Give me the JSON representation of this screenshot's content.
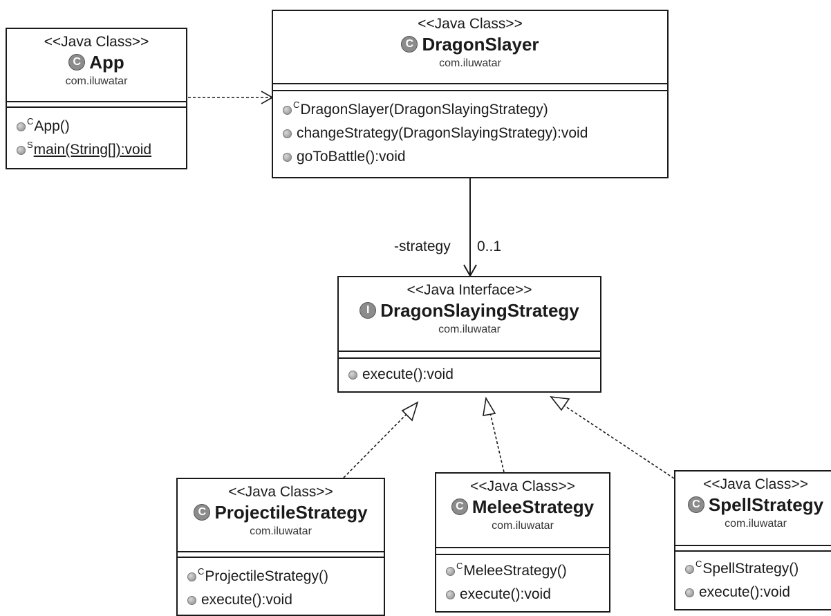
{
  "classes": {
    "app": {
      "stereotype": "<<Java Class>>",
      "name": "App",
      "package": "com.iluwatar",
      "icon": "class-icon",
      "members": [
        {
          "modifier": "C",
          "text": "App()"
        },
        {
          "modifier": "S",
          "text": "main(String[]):void"
        }
      ]
    },
    "dragon_slayer": {
      "stereotype": "<<Java Class>>",
      "name": "DragonSlayer",
      "package": "com.iluwatar",
      "icon": "class-icon",
      "members": [
        {
          "modifier": "C",
          "text": "DragonSlayer(DragonSlayingStrategy)"
        },
        {
          "modifier": "",
          "text": "changeStrategy(DragonSlayingStrategy):void"
        },
        {
          "modifier": "",
          "text": "goToBattle():void"
        }
      ]
    },
    "strategy": {
      "stereotype": "<<Java Interface>>",
      "name": "DragonSlayingStrategy",
      "package": "com.iluwatar",
      "icon": "interface-icon",
      "members": [
        {
          "modifier": "",
          "text": "execute():void"
        }
      ]
    },
    "projectile": {
      "stereotype": "<<Java Class>>",
      "name": "ProjectileStrategy",
      "package": "com.iluwatar",
      "icon": "class-icon",
      "members": [
        {
          "modifier": "C",
          "text": "ProjectileStrategy()"
        },
        {
          "modifier": "",
          "text": "execute():void"
        }
      ]
    },
    "melee": {
      "stereotype": "<<Java Class>>",
      "name": "MeleeStrategy",
      "package": "com.iluwatar",
      "icon": "class-icon",
      "members": [
        {
          "modifier": "C",
          "text": "MeleeStrategy()"
        },
        {
          "modifier": "",
          "text": "execute():void"
        }
      ]
    },
    "spell": {
      "stereotype": "<<Java Class>>",
      "name": "SpellStrategy",
      "package": "com.iluwatar",
      "icon": "class-icon",
      "members": [
        {
          "modifier": "C",
          "text": "SpellStrategy()"
        },
        {
          "modifier": "",
          "text": "execute():void"
        }
      ]
    }
  },
  "icons": {
    "class_glyph": "C",
    "interface_glyph": "I"
  },
  "association": {
    "role": "-strategy",
    "multiplicity": "0..1"
  }
}
